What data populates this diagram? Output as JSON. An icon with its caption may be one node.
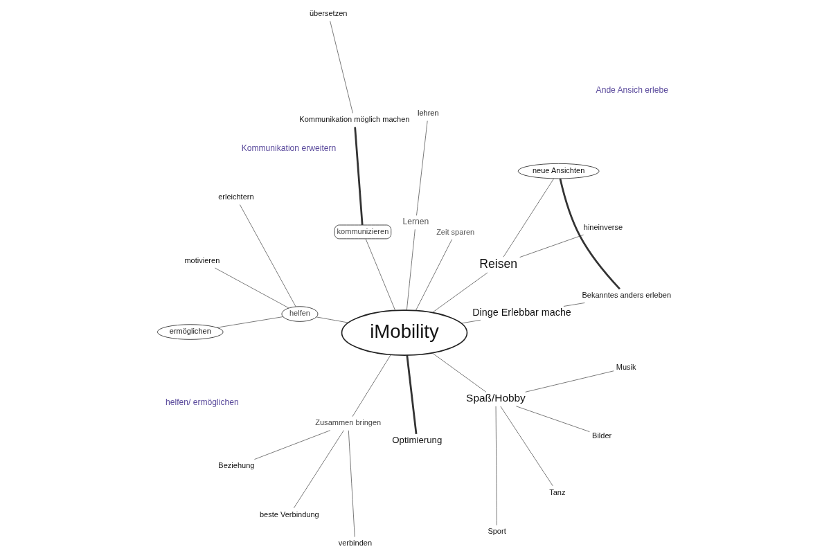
{
  "diagram": {
    "nodes": [
      {
        "text": [
          "iMobility"
        ]
      },
      {
        "text": [
          "Zeit sparen"
        ]
      },
      {
        "text": [
          "Reisen"
        ]
      },
      {
        "text": [
          "hineinverse"
        ]
      },
      {
        "text": [
          "neue Ansichten"
        ]
      },
      {
        "text": [
          "Dinge Erlebbar mache"
        ]
      },
      {
        "text": [
          "Bekanntes anders erleben"
        ]
      },
      {
        "text": [
          "Spaß/Hobby"
        ]
      },
      {
        "text": [
          "Sport"
        ]
      },
      {
        "text": [
          "Tanz"
        ]
      },
      {
        "text": [
          "Bilder"
        ]
      },
      {
        "text": [
          "Musik"
        ]
      },
      {
        "text": [
          "Optimierung"
        ]
      },
      {
        "text": [
          "Zusammen bringen"
        ]
      },
      {
        "text": [
          "Beziehung"
        ]
      },
      {
        "text": [
          "beste Verbindung"
        ]
      },
      {
        "text": [
          "verbinden"
        ]
      },
      {
        "text": [
          "helfen"
        ]
      },
      {
        "text": [
          "erleichtern"
        ]
      },
      {
        "text": [
          "motivieren"
        ]
      },
      {
        "text": [
          "ermöglichen"
        ]
      },
      {
        "text": [
          "kommunizieren"
        ]
      },
      {
        "text": [
          "Kommunikation möglich machen"
        ]
      },
      {
        "text": [
          "übersetzen"
        ]
      },
      {
        "text": [
          "Lernen"
        ]
      },
      {
        "text": [
          "lehren"
        ]
      }
    ],
    "edges": [
      {
        "from": 0,
        "to": 7,
        "arrow": "none"
      },
      {
        "from": 0,
        "to": 5,
        "arrow": "none"
      },
      {
        "from": 0,
        "to": 2,
        "arrow": "none"
      },
      {
        "from": 0,
        "to": 1,
        "arrow": "none"
      },
      {
        "from": 0,
        "to": 24,
        "arrow": "none"
      },
      {
        "from": 0,
        "to": 21,
        "arrow": "none"
      },
      {
        "from": 0,
        "to": 17,
        "arrow": "none"
      },
      {
        "from": 0,
        "to": 13,
        "arrow": "none"
      },
      {
        "from": 0,
        "to": 12,
        "arrow": "none",
        "style": "thick"
      },
      {
        "from": 7,
        "to": 11,
        "arrow": "none"
      },
      {
        "from": 7,
        "to": 10,
        "arrow": "none"
      },
      {
        "from": 7,
        "to": 9,
        "arrow": "none"
      },
      {
        "from": 7,
        "to": 8,
        "arrow": "none"
      },
      {
        "from": 5,
        "to": 6,
        "arrow": "none"
      },
      {
        "from": 2,
        "to": 4,
        "arrow": "none"
      },
      {
        "from": 2,
        "to": 3,
        "arrow": "none"
      },
      {
        "from": 4,
        "to": 6,
        "arrow": "none",
        "style": "thick"
      },
      {
        "from": 24,
        "to": 25,
        "arrow": "none"
      },
      {
        "from": 21,
        "to": 22,
        "arrow": "none",
        "style": "thick"
      },
      {
        "from": 22,
        "to": 23,
        "arrow": "none"
      },
      {
        "from": 17,
        "to": 18,
        "arrow": "none"
      },
      {
        "from": 17,
        "to": 19,
        "arrow": "none"
      },
      {
        "from": 17,
        "to": 20,
        "arrow": "none"
      },
      {
        "from": 13,
        "to": 16,
        "arrow": "none"
      },
      {
        "from": 13,
        "to": 15,
        "arrow": "none"
      },
      {
        "from": 13,
        "to": 14,
        "arrow": "none"
      }
    ],
    "labels": [
      "Ande Ansich erlebe",
      "Kommunikation erweitern",
      "helfen/ ermöglichen"
    ]
  }
}
